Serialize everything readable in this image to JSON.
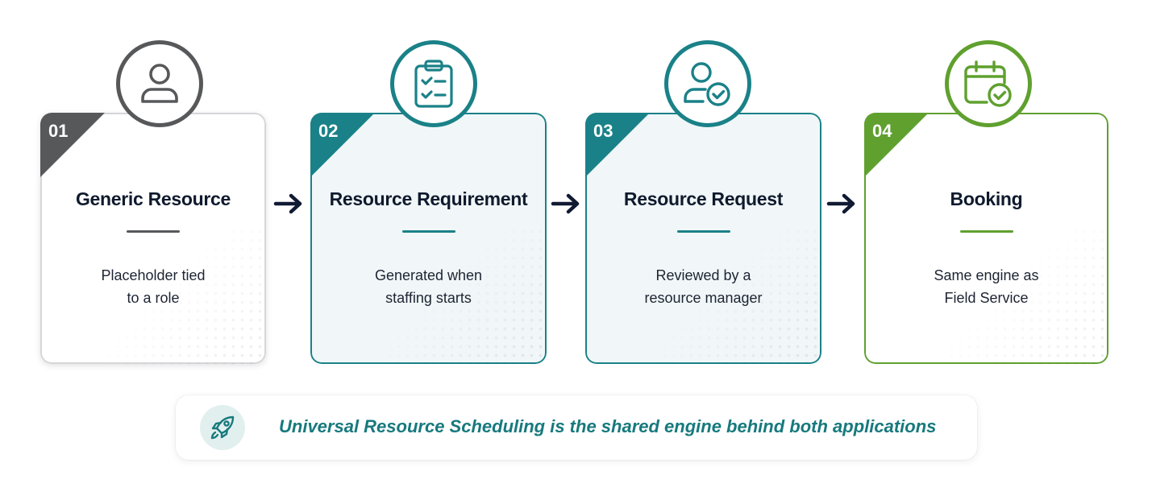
{
  "steps": [
    {
      "number": "01",
      "title": "Generic Resource",
      "desc_line1": "Placeholder tied",
      "desc_line2": "to a role",
      "color": "#57585a",
      "icon": "user-icon"
    },
    {
      "number": "02",
      "title": "Resource Requirement",
      "desc_line1": "Generated when",
      "desc_line2": "staffing starts",
      "color": "#1a8188",
      "icon": "clipboard-checklist-icon"
    },
    {
      "number": "03",
      "title": "Resource Request",
      "desc_line1": "Reviewed by a",
      "desc_line2": "resource manager",
      "color": "#1a8188",
      "icon": "user-check-icon"
    },
    {
      "number": "04",
      "title": "Booking",
      "desc_line1": "Same engine as",
      "desc_line2": "Field Service",
      "color": "#5fa02f",
      "icon": "calendar-check-icon"
    }
  ],
  "arrow_color": "#111a33",
  "banner": {
    "text": "Universal Resource Scheduling is the shared engine behind both applications",
    "icon": "rocket-icon"
  }
}
